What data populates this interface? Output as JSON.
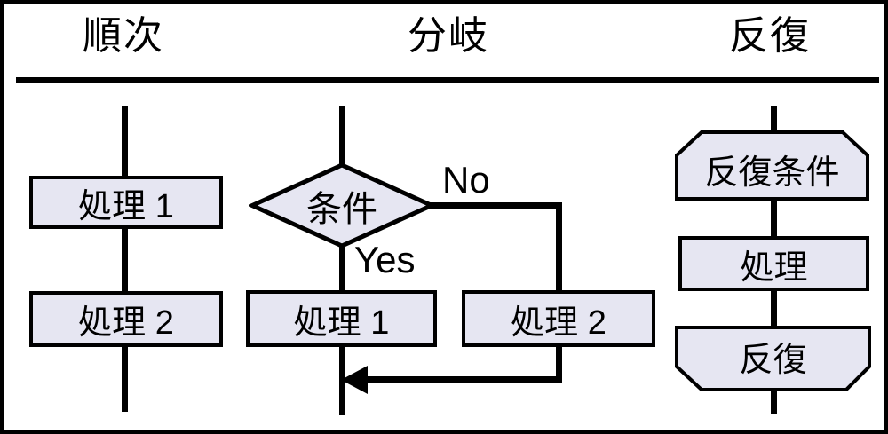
{
  "diagram": {
    "background": "#ffffff",
    "stroke_color": "#000000",
    "node_fill": "#e6e6f2",
    "sections": {
      "sequence": {
        "title": "順次",
        "process1": "処理 1",
        "process2": "処理 2"
      },
      "branch": {
        "title": "分岐",
        "condition": "条件",
        "no_label": "No",
        "yes_label": "Yes",
        "process1": "処理 1",
        "process2": "処理 2"
      },
      "loop": {
        "title": "反復",
        "loop_condition": "反復条件",
        "process": "処理",
        "loop_end": "反復"
      }
    }
  }
}
